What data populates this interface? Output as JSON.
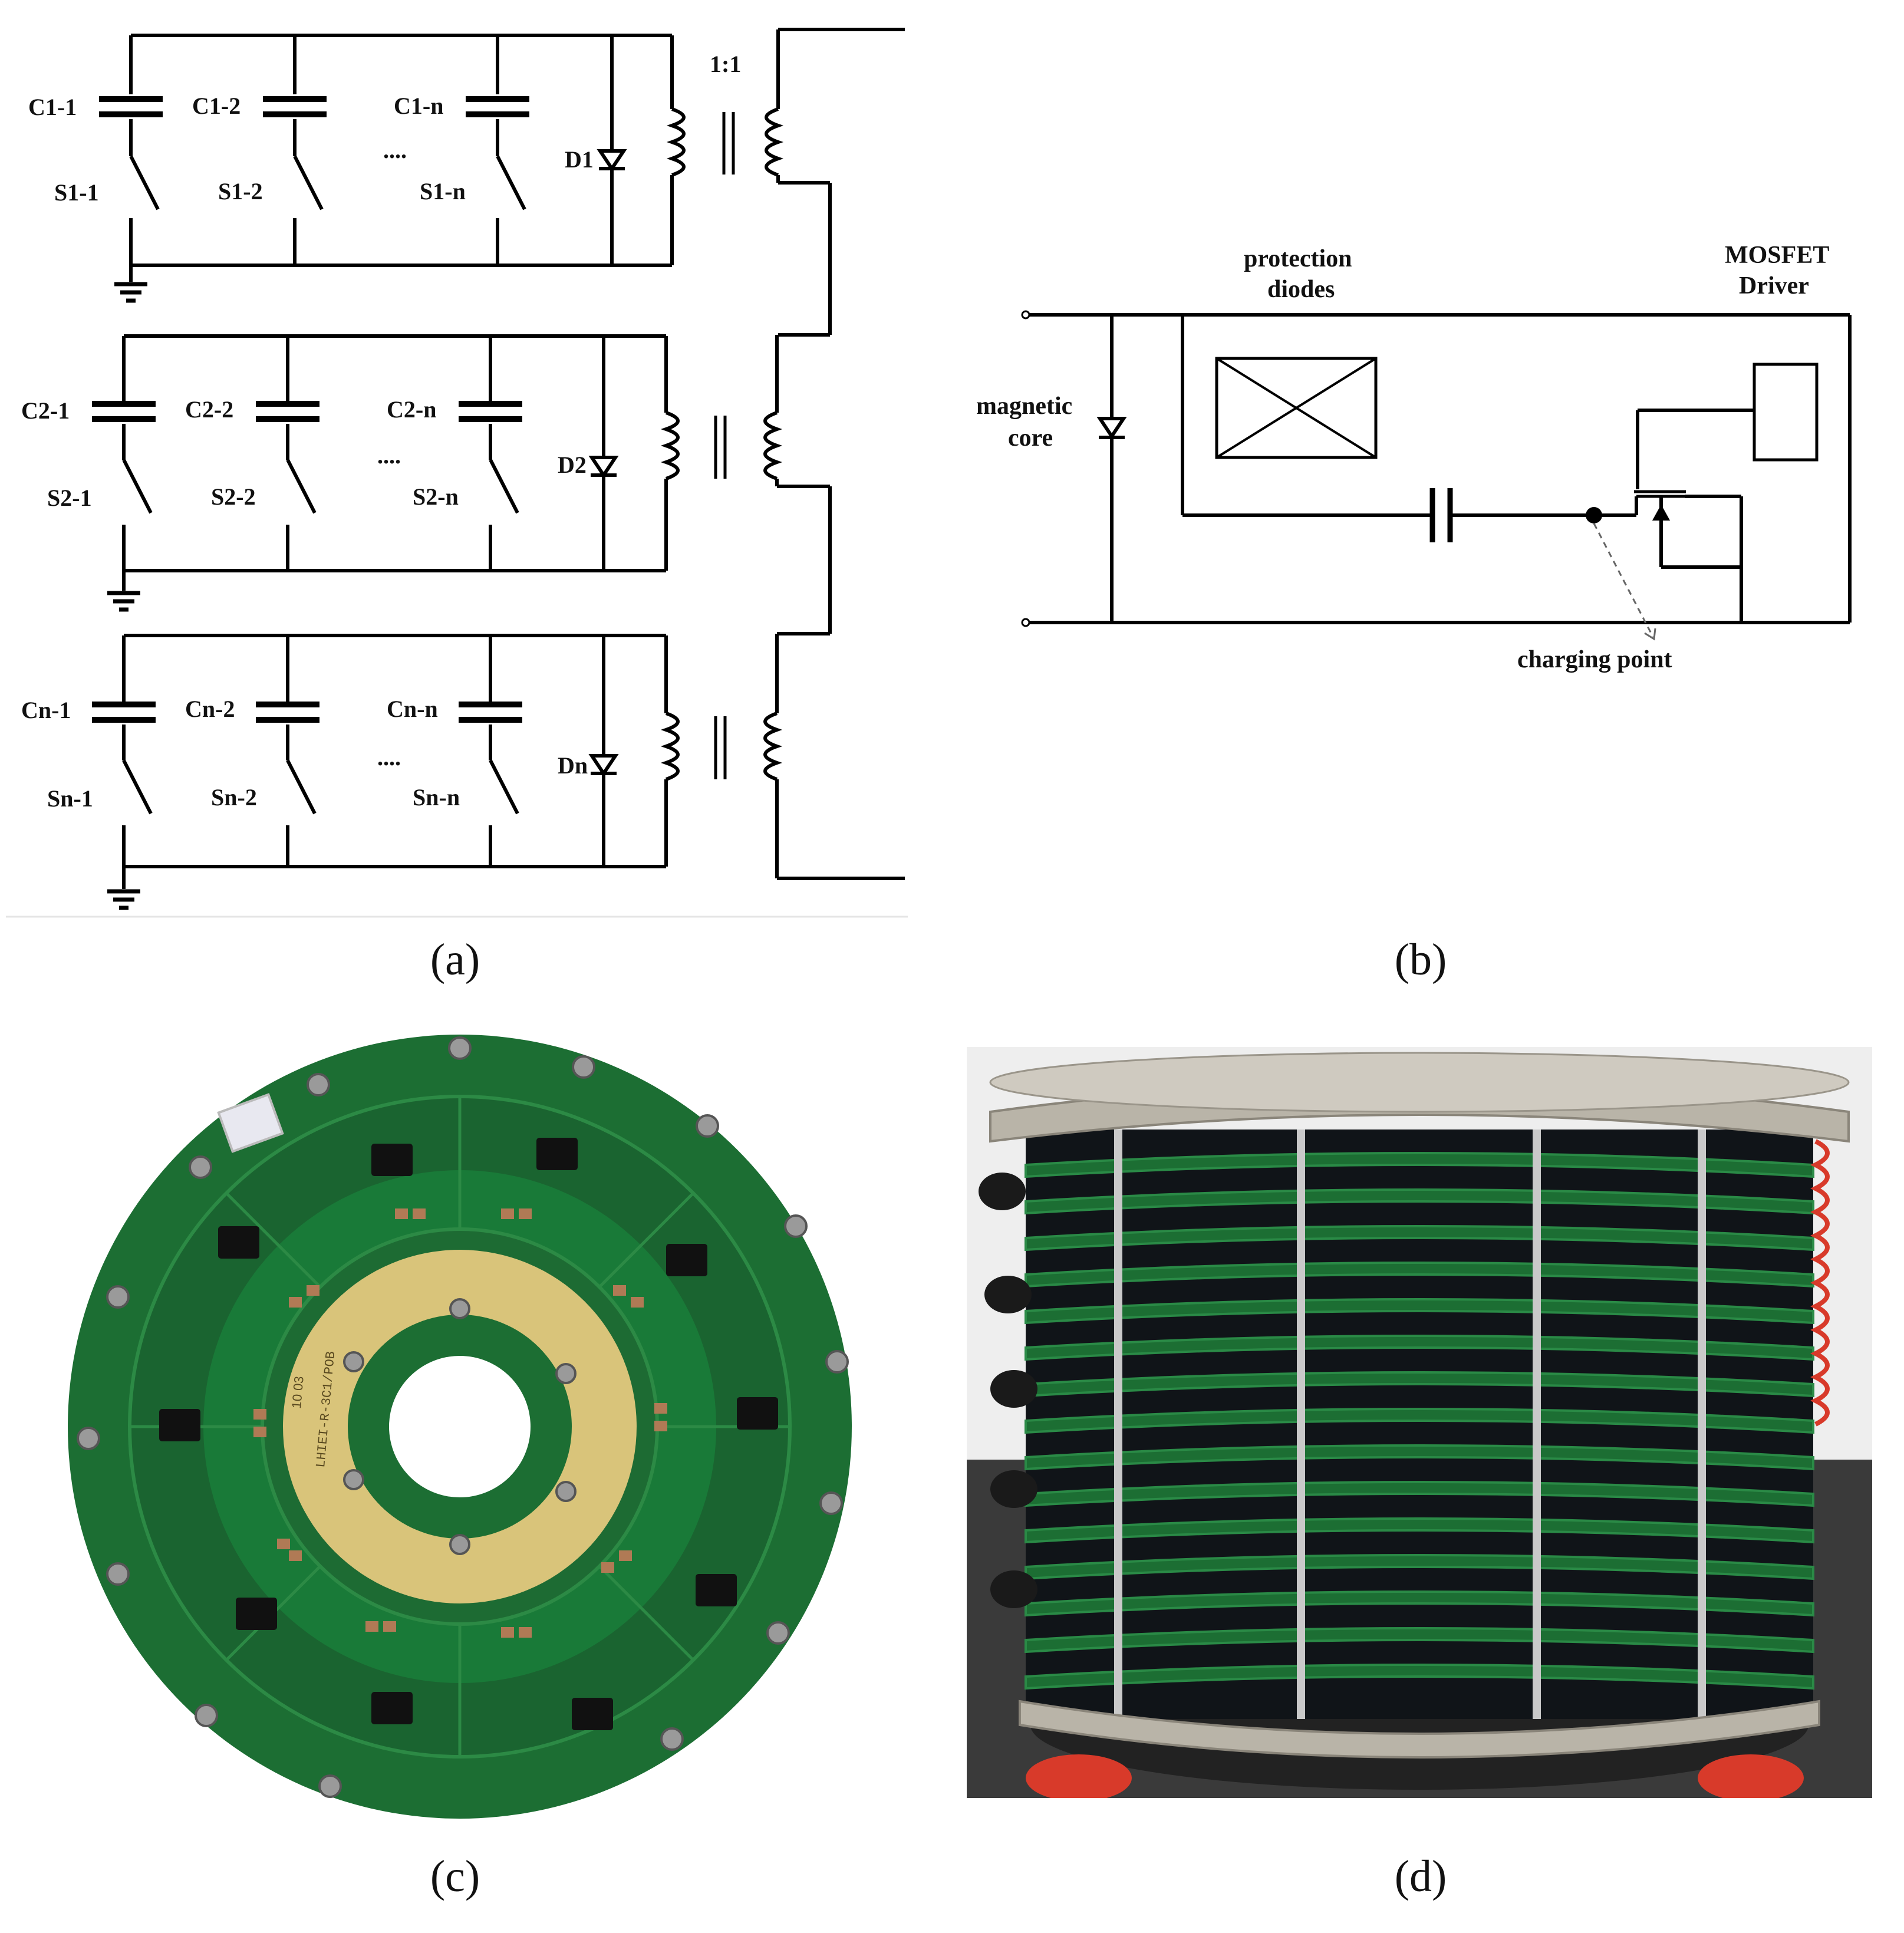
{
  "panel_a": {
    "caption": "(a)",
    "ratio": "1:1",
    "rows": [
      {
        "caps": [
          "C1-1",
          "C1-2",
          "C1-n"
        ],
        "switches": [
          "S1-1",
          "S1-2",
          "S1-n"
        ],
        "diode": "D1",
        "dots": "...."
      },
      {
        "caps": [
          "C2-1",
          "C2-2",
          "C2-n"
        ],
        "switches": [
          "S2-1",
          "S2-2",
          "S2-n"
        ],
        "diode": "D2",
        "dots": "...."
      },
      {
        "caps": [
          "Cn-1",
          "Cn-2",
          "Cn-n"
        ],
        "switches": [
          "Sn-1",
          "Sn-2",
          "Sn-n"
        ],
        "diode": "Dn",
        "dots": "...."
      }
    ]
  },
  "panel_b": {
    "caption": "(b)",
    "protection_line1": "protection",
    "protection_line2": "diodes",
    "mosfet_line1": "MOSFET",
    "mosfet_line2": "Driver",
    "core_line1": "magnetic",
    "core_line2": "core",
    "charging_point": "charging point"
  },
  "panel_c": {
    "caption": "(c)",
    "board_marking_1": "10 03",
    "board_marking_2": "LHIEI-R-3C1/POB"
  },
  "panel_d": {
    "caption": "(d)"
  },
  "colors": {
    "pcb_green": "#1c6e33",
    "pcb_dark": "#0f4d22",
    "gold_ring": "#d9c47a",
    "wire": "#000000",
    "red_wire": "#d83a2a",
    "metal": "#b9b4a8"
  }
}
